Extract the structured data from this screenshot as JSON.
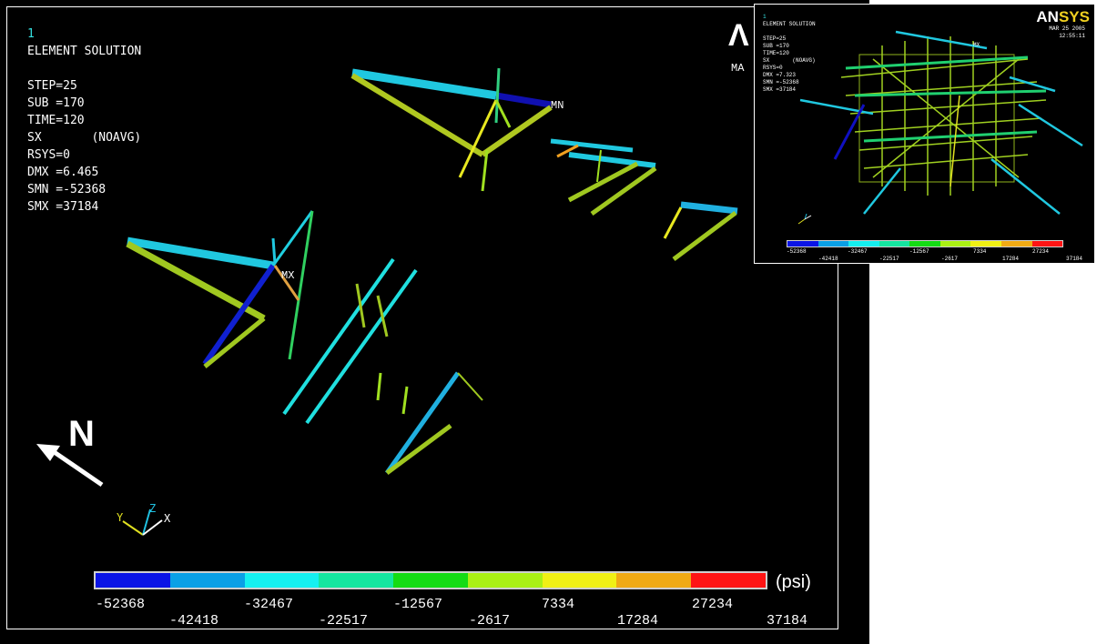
{
  "main": {
    "window_number": "1",
    "title": "ELEMENT SOLUTION",
    "step": "STEP=25",
    "sub": "SUB =170",
    "time": "TIME=120",
    "sx_label": "SX       (NOAVG)",
    "rsys": "RSYS=0",
    "dmx": "DMX =6.465",
    "smn": "SMN =-52368",
    "smx": "SMX =37184",
    "logo_clip": "Λ",
    "date_clip": "MA",
    "mn_label": "MN",
    "mx_label": "MX",
    "triad": {
      "y": "Y",
      "z": "Z",
      "x": "X"
    },
    "north": "N",
    "unit": "(psi)",
    "legend_top": [
      "-52368",
      "-32467",
      "-12567",
      "7334",
      "27234"
    ],
    "legend_bottom": [
      "-42418",
      "-22517",
      "-2617",
      "17284",
      "37184"
    ],
    "legend_colors": [
      "#0a14e6",
      "#0aa0e6",
      "#14f0f0",
      "#14e6a0",
      "#14dc14",
      "#aaf014",
      "#f0f014",
      "#f0aa14",
      "#ff1414"
    ]
  },
  "inset": {
    "window_number": "1",
    "title": "ELEMENT SOLUTION",
    "step": "STEP=25",
    "sub": "SUB =170",
    "time": "TIME=120",
    "sx_label": "SX       (NOAVG)",
    "rsys": "RSYS=0",
    "dmx": "DMX =7.323",
    "smn": "SMN =-52368",
    "smx": "SMX =37184",
    "logo_an": "AN",
    "logo_sys": "SYS",
    "date": "MAR 25 2005",
    "time_of_day": "12:55:11",
    "mx_label": "MX",
    "legend_top": [
      "-52368",
      "-32467",
      "-12567",
      "7334",
      "27234"
    ],
    "legend_bottom": [
      "-42418",
      "-22517",
      "-2617",
      "17284",
      "37184"
    ]
  }
}
